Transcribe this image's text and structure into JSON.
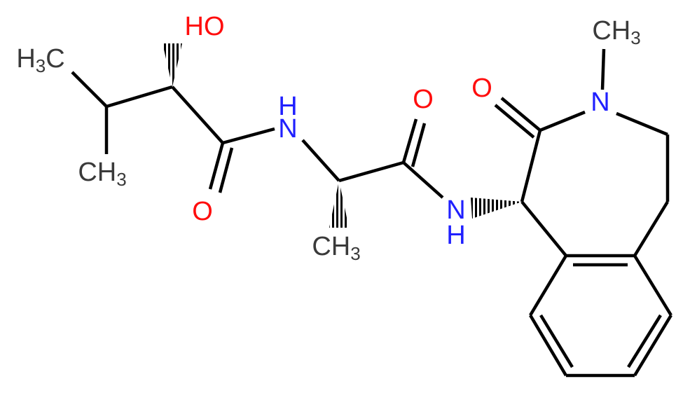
{
  "colors": {
    "bond": "#000000",
    "carbon": "#3a3a3a",
    "oxygen": "#ff0d0d",
    "nitrogen": "#2020ff"
  },
  "atoms": [
    {
      "id": "oh",
      "element": "O",
      "text": "HO",
      "sub": ""
    },
    {
      "id": "c_h3a",
      "element": "C",
      "text": "H",
      "sub": "3",
      "tail": "C"
    },
    {
      "id": "c_h3b",
      "element": "C",
      "text": "CH",
      "sub": "3"
    },
    {
      "id": "o1",
      "element": "O",
      "text": "O",
      "sub": ""
    },
    {
      "id": "n1",
      "element": "N",
      "text": "N",
      "sub": ""
    },
    {
      "id": "h1",
      "element": "N",
      "text": "H",
      "sub": ""
    },
    {
      "id": "c_h3c",
      "element": "C",
      "text": "CH",
      "sub": "3"
    },
    {
      "id": "o2",
      "element": "O",
      "text": "O",
      "sub": ""
    },
    {
      "id": "n2",
      "element": "N",
      "text": "N",
      "sub": ""
    },
    {
      "id": "h2",
      "element": "N",
      "text": "H",
      "sub": ""
    },
    {
      "id": "o3",
      "element": "O",
      "text": "O",
      "sub": ""
    },
    {
      "id": "n3",
      "element": "N",
      "text": "N",
      "sub": ""
    },
    {
      "id": "c_h3d",
      "element": "C",
      "text": "CH",
      "sub": "3"
    }
  ]
}
